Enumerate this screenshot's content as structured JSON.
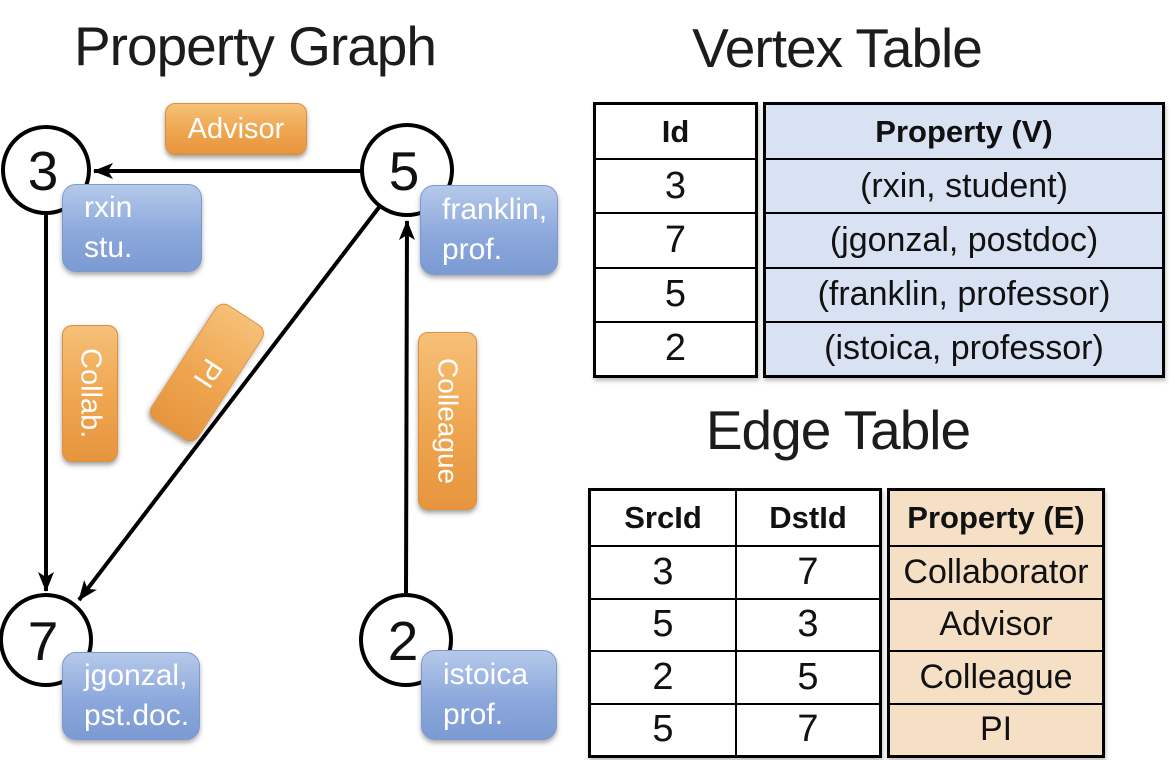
{
  "graph": {
    "title": "Property Graph",
    "vertices": [
      {
        "id": "3",
        "label_line1": "rxin",
        "label_line2": "stu."
      },
      {
        "id": "5",
        "label_line1": "franklin,",
        "label_line2": "prof."
      },
      {
        "id": "7",
        "label_line1": "jgonzal,",
        "label_line2": "pst.doc."
      },
      {
        "id": "2",
        "label_line1": "istoica",
        "label_line2": "prof."
      }
    ],
    "edge_labels": {
      "advisor": "Advisor",
      "collab": "Collab.",
      "pi": "PI",
      "colleague": "Colleague"
    }
  },
  "vertex_table": {
    "title": "Vertex Table",
    "columns": {
      "id": "Id",
      "property": "Property (V)"
    },
    "rows": [
      {
        "id": "3",
        "property": "(rxin, student)"
      },
      {
        "id": "7",
        "property": "(jgonzal, postdoc)"
      },
      {
        "id": "5",
        "property": "(franklin, professor)"
      },
      {
        "id": "2",
        "property": "(istoica, professor)"
      }
    ]
  },
  "edge_table": {
    "title": "Edge Table",
    "columns": {
      "src": "SrcId",
      "dst": "DstId",
      "property": "Property (E)"
    },
    "rows": [
      {
        "src": "3",
        "dst": "7",
        "property": "Collaborator"
      },
      {
        "src": "5",
        "dst": "3",
        "property": "Advisor"
      },
      {
        "src": "2",
        "dst": "5",
        "property": "Colleague"
      },
      {
        "src": "5",
        "dst": "7",
        "property": "PI"
      }
    ]
  },
  "colors": {
    "edge_label_orange": "#efa54f",
    "vertex_label_blue": "#8ca8dc",
    "vertex_row_blue": "#d9e2f3",
    "edge_row_tan": "#f5dfc5",
    "line_black": "#000000"
  }
}
